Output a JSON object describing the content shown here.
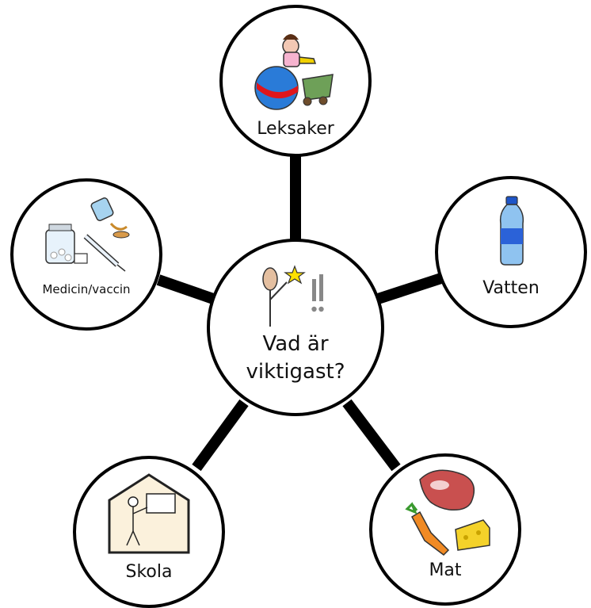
{
  "center": {
    "lines": [
      "Vad är",
      "viktigast?"
    ]
  },
  "nodes": {
    "top": {
      "label": "Leksaker",
      "icon": "toys-icon"
    },
    "upper_right": {
      "label": "Vatten",
      "icon": "water-bottle-icon"
    },
    "lower_right": {
      "label": "Mat",
      "icon": "food-icon"
    },
    "lower_left": {
      "label": "Skola",
      "icon": "school-icon"
    },
    "upper_left": {
      "label": "Medicin/vaccin",
      "icon": "medicine-icon"
    }
  },
  "colors": {
    "stroke": "#000000",
    "fill": "#ffffff"
  }
}
